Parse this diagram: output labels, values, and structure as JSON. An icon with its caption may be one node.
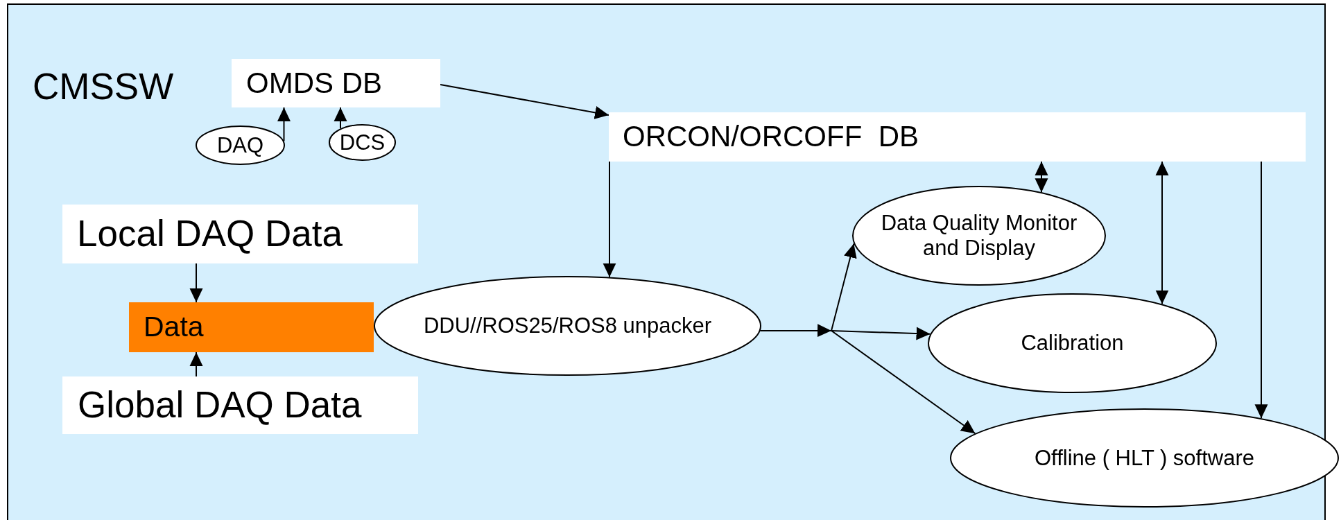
{
  "diagram": {
    "nodes": [
      {
        "text": [
          "CMSSW"
        ]
      },
      {
        "text": [
          "OMDS DB"
        ],
        "in": 0
      },
      {
        "text": [
          "DAQ"
        ],
        "in": 0
      },
      {
        "text": [
          "DCS"
        ],
        "in": 0
      },
      {
        "text": [
          "ORCON/ORCOFF  DB"
        ],
        "in": 0
      },
      {
        "text": [
          "Local DAQ Data"
        ],
        "in": 0
      },
      {
        "text": [
          "Data"
        ],
        "in": 0
      },
      {
        "text": [
          "Global DAQ Data"
        ],
        "in": 0
      },
      {
        "text": [
          "DDU//ROS25/ROS8 unpacker"
        ],
        "in": 0
      },
      {
        "text": [
          "Data Quality Monitor and Display"
        ],
        "in": 0
      },
      {
        "text": [
          "Calibration"
        ],
        "in": 0
      },
      {
        "text": [
          "Offline ( HLT ) software"
        ],
        "in": 0
      }
    ],
    "edges": [
      {
        "from": 2,
        "to": 1,
        "arrow": "to"
      },
      {
        "from": 3,
        "to": 1,
        "arrow": "to"
      },
      {
        "from": 1,
        "to": 4,
        "arrow": "to"
      },
      {
        "from": 4,
        "to": 8,
        "arrow": "to"
      },
      {
        "from": 5,
        "to": 6,
        "arrow": "to"
      },
      {
        "from": 7,
        "to": 6,
        "arrow": "to"
      },
      {
        "from": 8,
        "to": 9,
        "arrow": "to"
      },
      {
        "from": 8,
        "to": 10,
        "arrow": "to"
      },
      {
        "from": 8,
        "to": 11,
        "arrow": "to"
      },
      {
        "from": 4,
        "to": 9,
        "arrow": "both"
      },
      {
        "from": 4,
        "to": 10,
        "arrow": "both"
      },
      {
        "from": 4,
        "to": 11,
        "arrow": "to"
      }
    ]
  }
}
